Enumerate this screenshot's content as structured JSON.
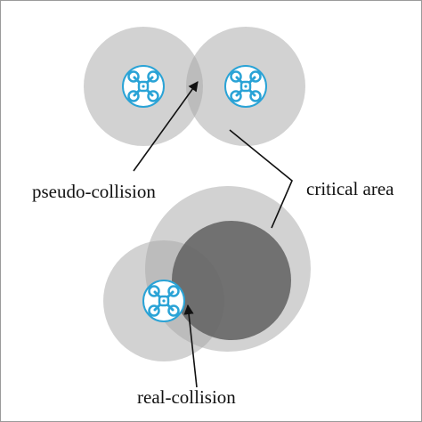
{
  "labels": {
    "pseudo_collision": "pseudo-collision",
    "critical_area": "critical area",
    "real_collision": "real-collision"
  },
  "colors": {
    "border": "#9a9a9a",
    "area_fill": "#a6a6a6",
    "area_opacity": 0.5,
    "dark_core": "#606060",
    "drone_blue": "#2aa3d6",
    "arrow": "#111111"
  },
  "icons": [
    "drone-icon",
    "drone-icon",
    "drone-icon"
  ]
}
